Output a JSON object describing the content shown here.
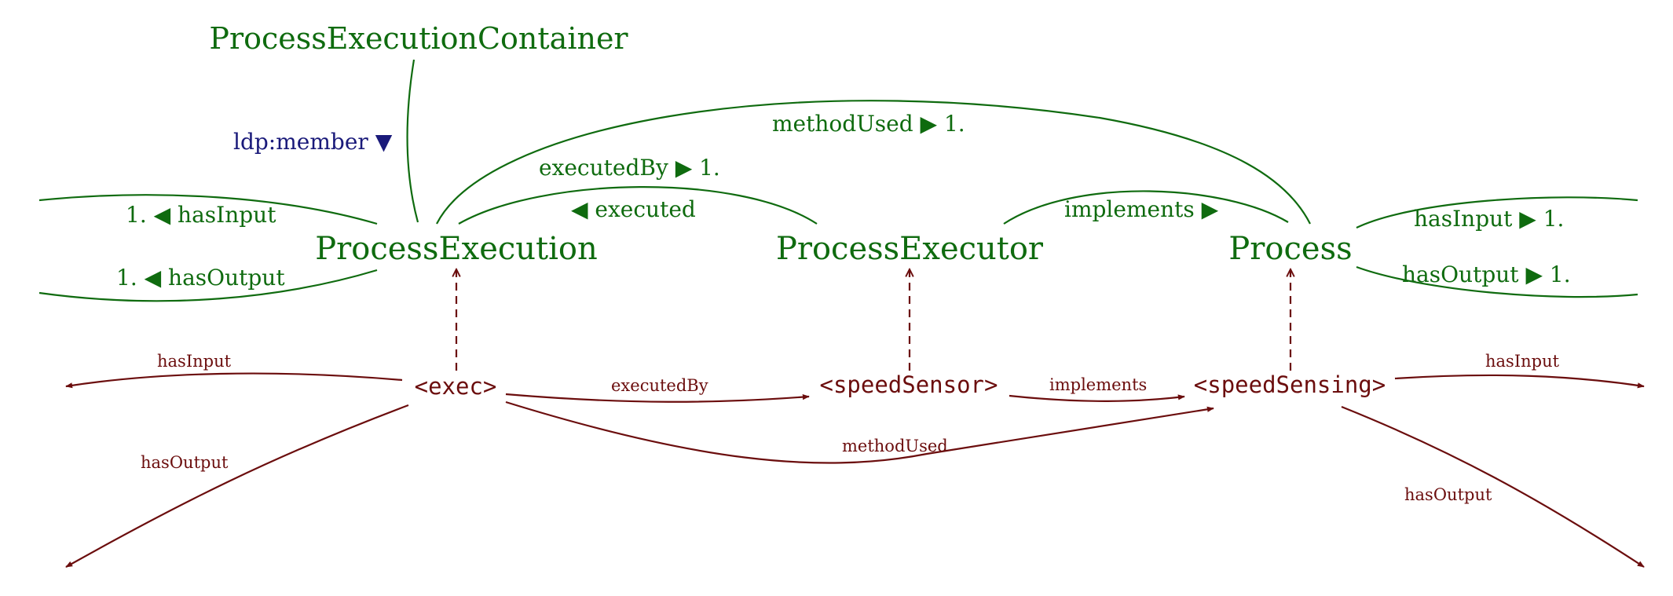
{
  "colors": {
    "ontology": "#0f6b0f",
    "instance": "#6b0d0d",
    "ldp": "#1a1a7a"
  },
  "classes": {
    "container": "ProcessExecutionContainer",
    "process_execution": "ProcessExecution",
    "process_executor": "ProcessExecutor",
    "process": "Process"
  },
  "ontology_edges": {
    "ldp_member": "ldp:member ▼",
    "method_used": "methodUsed ▶ 1.",
    "executed_by": "executedBy ▶ 1.",
    "executed": "◀ executed",
    "implements": "implements ▶",
    "pe_has_input": "1. ◀ hasInput",
    "pe_has_output": "1. ◀ hasOutput",
    "p_has_input": "hasInput ▶ 1.",
    "p_has_output": "hasOutput ▶ 1."
  },
  "instances": {
    "exec": "<exec>",
    "speed_sensor": "<speedSensor>",
    "speed_sensing": "<speedSensing>"
  },
  "instance_edges": {
    "exec_has_input": "hasInput",
    "exec_has_output": "hasOutput",
    "executed_by": "executedBy",
    "implements": "implements",
    "method_used": "methodUsed",
    "sensing_has_input": "hasInput",
    "sensing_has_output": "hasOutput"
  }
}
